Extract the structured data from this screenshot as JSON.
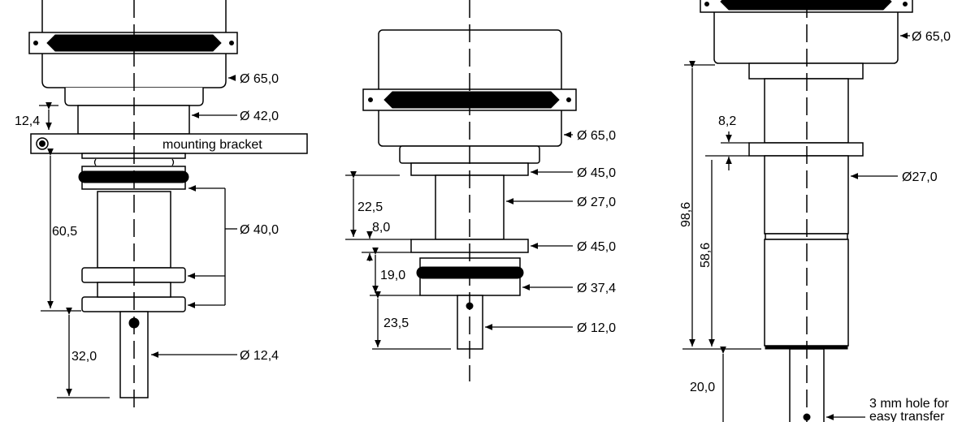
{
  "left": {
    "dia_body": "Ø 65,0",
    "dia_neck": "Ø 42,0",
    "dia_rings": "Ø 40,0",
    "dia_shaft": "Ø 12,4",
    "h_bracket": "12,4",
    "h_body": "60,5",
    "h_shaft": "32,0",
    "bracket_label": "mounting bracket"
  },
  "middle": {
    "dia_body": "Ø 65,0",
    "dia_step1": "Ø 45,0",
    "dia_neck": "Ø 27,0",
    "dia_step2": "Ø 45,0",
    "dia_seal": "Ø 37,4",
    "dia_shaft": "Ø 12,0",
    "h_neck": "22,5",
    "h_step": "8,0",
    "h_seal": "19,0",
    "h_shaft": "23,5"
  },
  "right": {
    "dia_body": "Ø 65,0",
    "dia_neck": "Ø27,0",
    "h_total": "98,6",
    "h_lower": "58,6",
    "h_ring": "8,2",
    "h_shaft": "20,0",
    "note_line1": "3 mm hole for",
    "note_line2": "easy transfer"
  }
}
